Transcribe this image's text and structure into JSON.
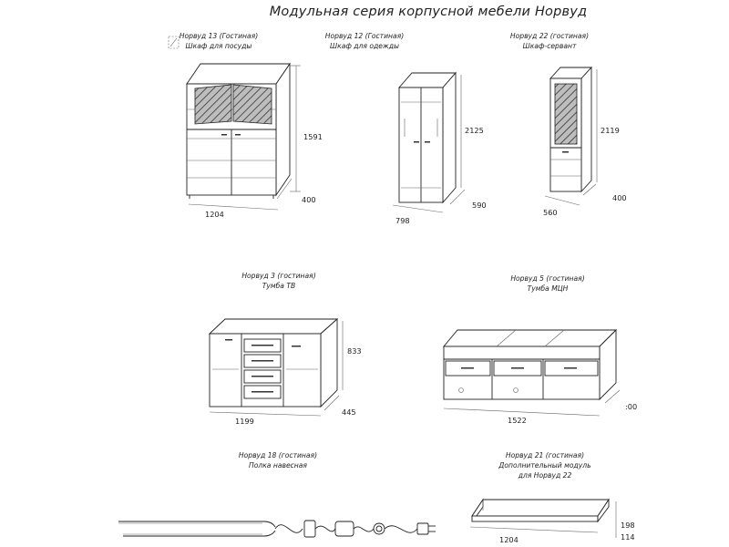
{
  "title": "Модульная серия корпусной мебели Норвуд",
  "modules": [
    {
      "name": "Норвуд 13 (Гостиная)",
      "subtitle": "Шкаф для посуды",
      "dims": [
        "1591",
        "400",
        "1204"
      ]
    },
    {
      "name": "Норвуд 12 (Гостиная)",
      "subtitle": "Шкаф для одежды",
      "dims": [
        "2125",
        "590",
        "798"
      ]
    },
    {
      "name": "Норвуд 22 (гостиная)",
      "subtitle": "Шкаф-сервант",
      "dims": [
        "2119",
        "400",
        "560"
      ]
    },
    {
      "name": "Норвуд 3 (гостиная)",
      "subtitle": "Тумба ТВ",
      "dims": [
        "833",
        "445",
        "1199"
      ]
    },
    {
      "name": "Норвуд 5 (гостиная)",
      "subtitle": "Тумба МЦН",
      "dims": [
        "1522",
        ":00"
      ]
    },
    {
      "name": "Норвуд 18 (гостиная)",
      "subtitle": "Полка навесная",
      "dims": []
    },
    {
      "name": "Норвуд 21 (гостиная)",
      "subtitle": "Дополнительный модуль",
      "subtitle2": "для Норвуд 22",
      "dims": [
        "198",
        "1204",
        "114"
      ]
    }
  ]
}
